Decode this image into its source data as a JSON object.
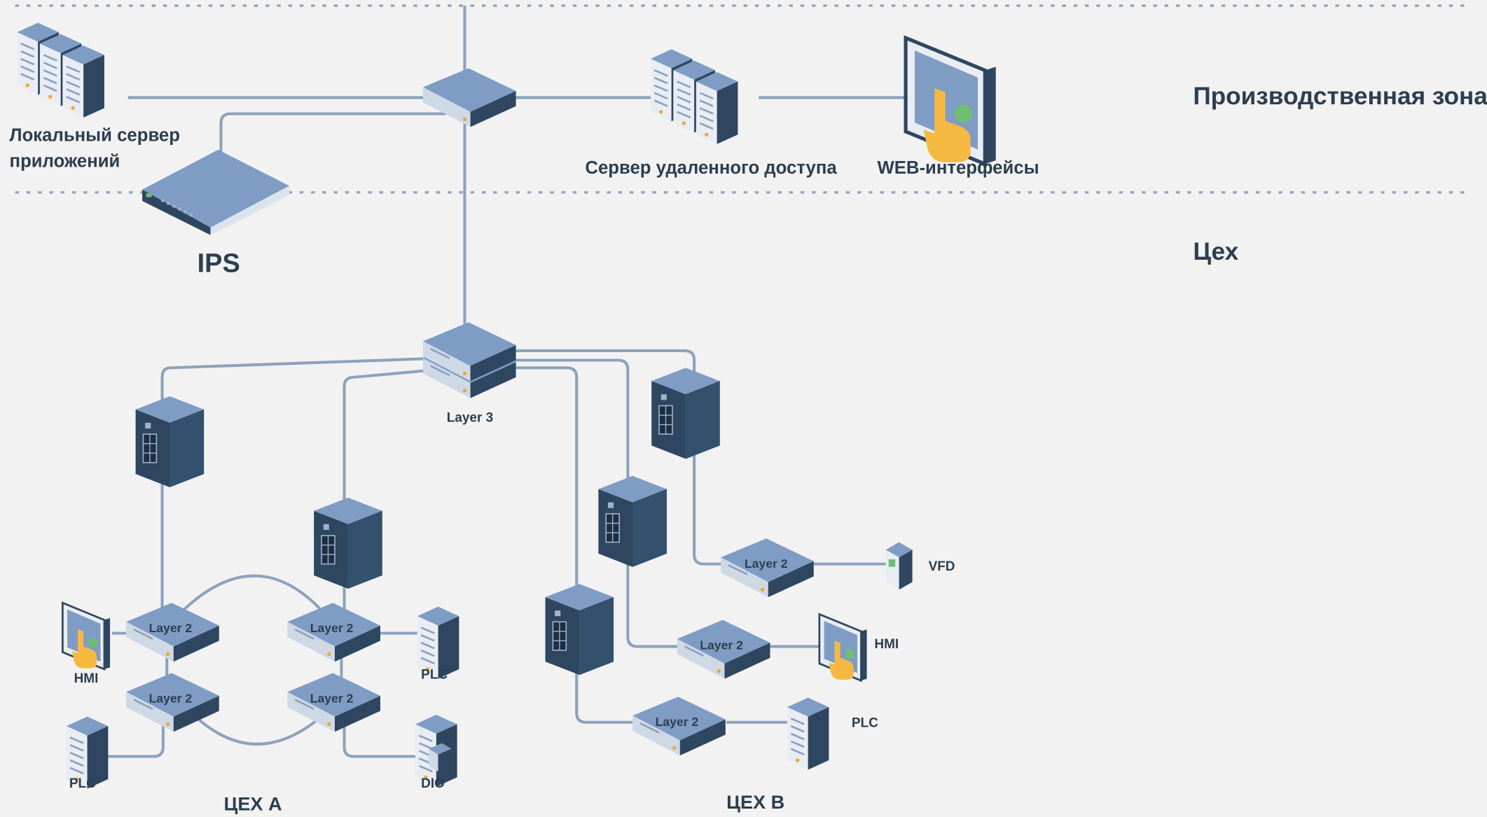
{
  "zones": {
    "production": "Производственная зона",
    "workshop": "Цех"
  },
  "top": {
    "app_server": "Локальный сервер приложений",
    "ips": "IPS",
    "remote_server": "Сервер удаленного доступа",
    "web": "WEB-интерфейсы"
  },
  "core": {
    "label": "Layer 3"
  },
  "workshop_a": {
    "title": "ЦЕХ A",
    "switch_label": "Layer 2",
    "hmi": "HMI",
    "plc_right": "PLC",
    "plc_left": "PLC",
    "dio": "DIO"
  },
  "workshop_b": {
    "title": "ЦЕХ B",
    "switch_label": "Layer 2",
    "vfd": "VFD",
    "hmi": "HMI",
    "plc": "PLC"
  },
  "colors": {
    "line": "#8ca2bd",
    "device_top": "#7f9cc4",
    "device_dark": "#2e4660",
    "text": "#2c3e50",
    "dotted": "#8fa5c0",
    "accent_hand": "#f5b942"
  }
}
